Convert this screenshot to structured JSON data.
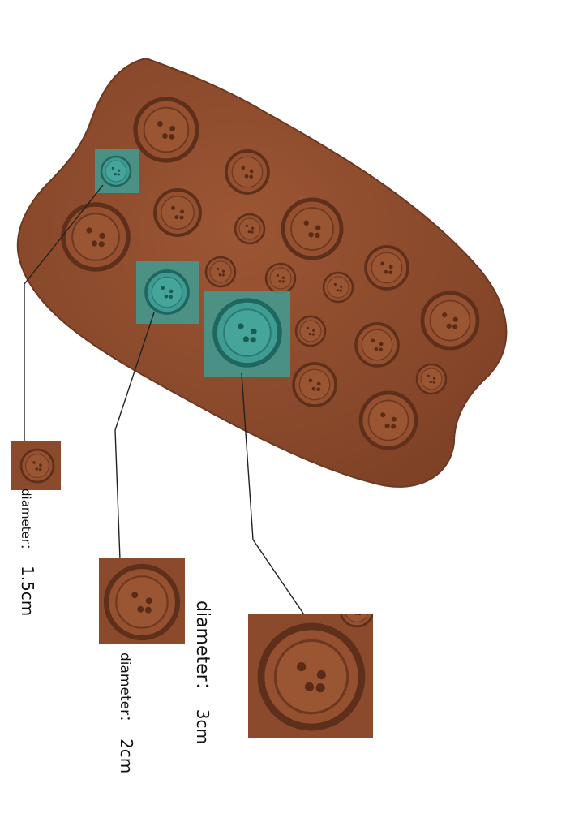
{
  "colors": {
    "mold": "#8b4a2c",
    "mold_dark": "#6e3820",
    "mold_light": "#a35c39",
    "highlight": "#3f9c93",
    "line": "#222222"
  },
  "labels": {
    "small": {
      "prefix": "diameter：",
      "value": "1.5cm"
    },
    "medium": {
      "prefix": "diameter：",
      "value": "2cm"
    },
    "large": {
      "prefix": "diameter：",
      "value": "3cm"
    }
  }
}
